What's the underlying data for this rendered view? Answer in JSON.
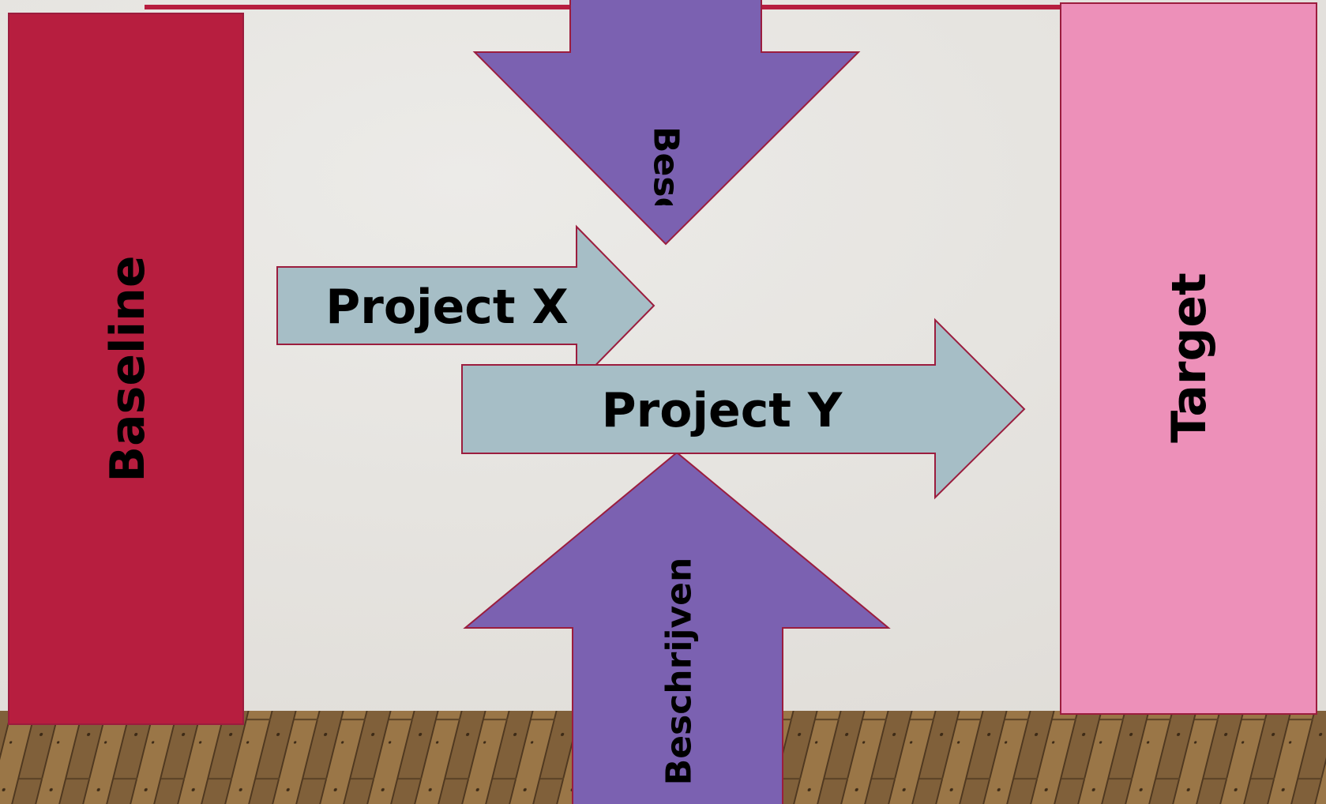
{
  "colors": {
    "wall": "#e6e3df",
    "floor": "#8a6a3e",
    "baseline_fill": "#b71e3f",
    "target_fill": "#ed90b9",
    "project_fill": "#a6bec6",
    "describe_fill": "#7b61b1",
    "outline": "#9b1d3e",
    "text": "#000000"
  },
  "diagram": {
    "baseline_label": "Baseline",
    "target_label": "Target",
    "project_x_label": "Project X",
    "project_y_label": "Project Y",
    "top_arrow_label": "Beschrijven",
    "bottom_arrow_label": "Beschrijven"
  }
}
